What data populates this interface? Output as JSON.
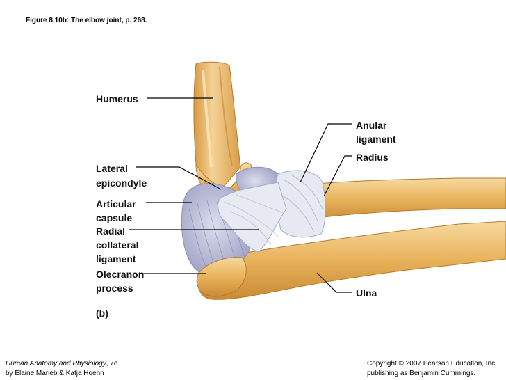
{
  "figure": {
    "caption": "Figure 8.10b:  The elbow joint, p. 268.",
    "panel_label": "(b)"
  },
  "labels": {
    "humerus": "Humerus",
    "lateral_epicondyle_line1": "Lateral",
    "lateral_epicondyle_line2": "epicondyle",
    "articular_capsule_line1": "Articular",
    "articular_capsule_line2": "capsule",
    "radial_collateral_line1": "Radial",
    "radial_collateral_line2": "collateral",
    "radial_collateral_line3": "ligament",
    "olecranon_line1": "Olecranon",
    "olecranon_line2": "process",
    "anular_line1": "Anular",
    "anular_line2": "ligament",
    "radius": "Radius",
    "ulna": "Ulna"
  },
  "credits": {
    "book_title": "Human Anatomy and Physiology",
    "edition": ", 7e",
    "authors": "by Elaine Marieb & Katja Hoehn",
    "copyright": "Copyright © 2007 Pearson Education, Inc.,",
    "publisher": "publishing as Benjamin Cummings."
  },
  "colors": {
    "bone": "#e8b25a",
    "bone_light": "#f6d9a0",
    "bone_dark": "#c98a34",
    "ligament": "#e6e8f2",
    "capsule": "#c4c6dc",
    "leader": "#000000"
  }
}
